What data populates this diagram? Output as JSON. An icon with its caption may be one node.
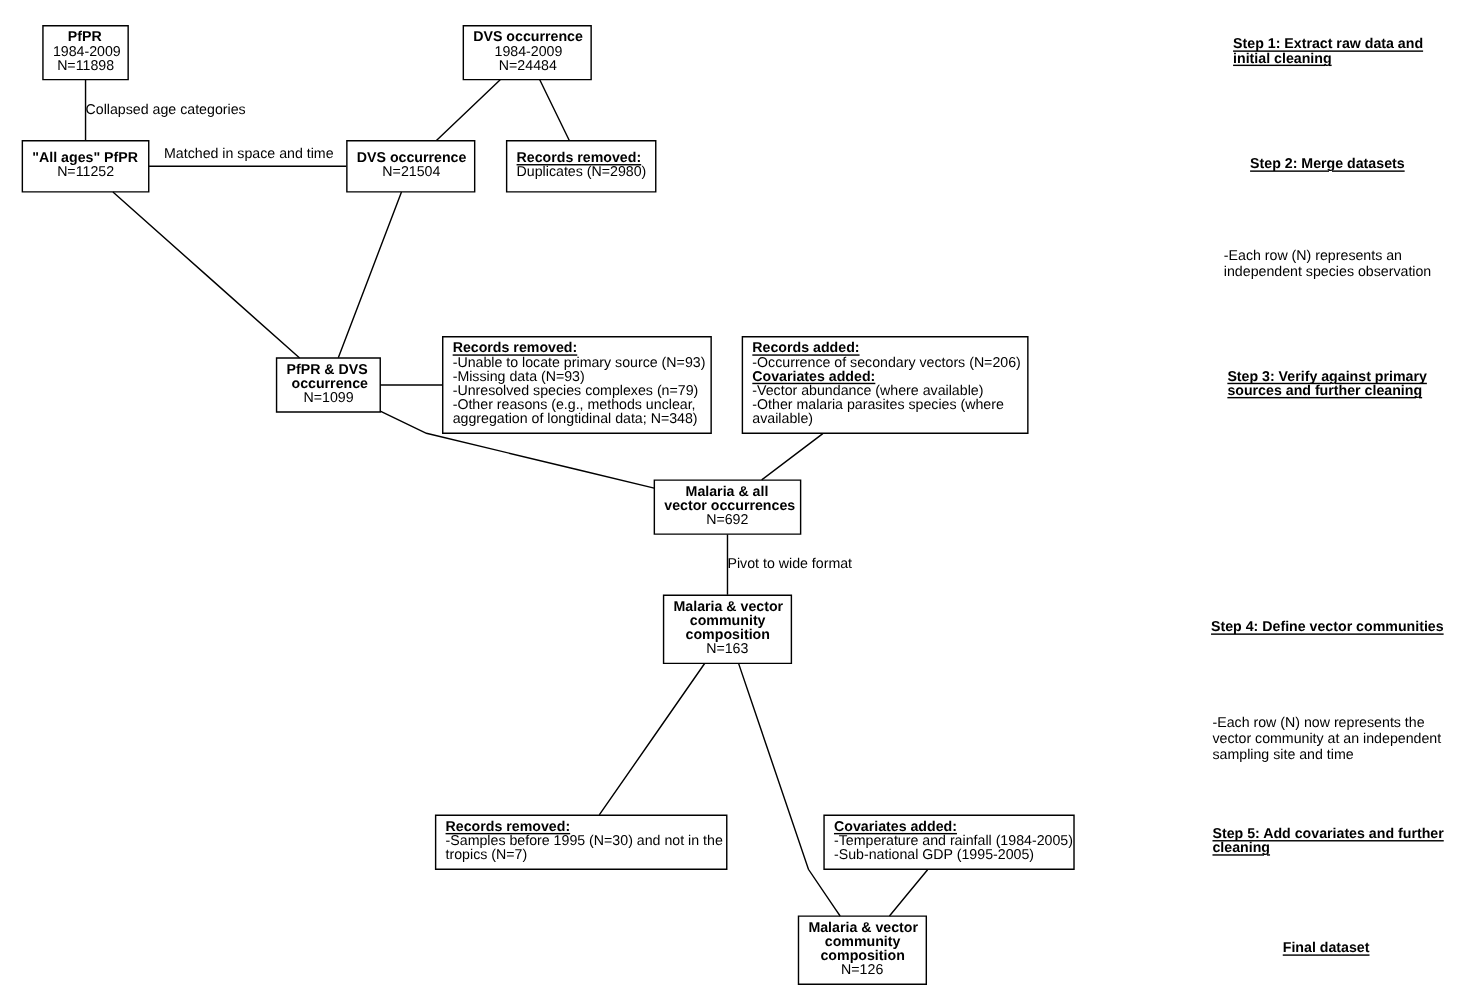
{
  "diagram": {
    "nodes": [
      {
        "text": [
          "PfPR",
          "1984-2009",
          "N=11898"
        ]
      },
      {
        "text": [
          "DVS occurrence",
          "1984-2009",
          "N=24484"
        ]
      },
      {
        "text": [
          "Records removed:",
          "Duplicates (N=2980)"
        ]
      },
      {
        "text": [
          "\"All ages\" PfPR",
          "N=11252"
        ]
      },
      {
        "text": [
          "DVS occurrence",
          "N=21504"
        ]
      },
      {
        "text": [
          "PfPR & DVS occurrence",
          "N=1099"
        ]
      },
      {
        "text": [
          "Records added:",
          "-Occurrence of secondary vectors (N=206)",
          "Covariates added:",
          "-Vector abundance (where available)",
          "-Other malaria parasites species (where available)"
        ]
      },
      {
        "text": [
          "Records removed:",
          "-Unable to locate primary source (N=93)",
          "-Missing data (N=93)",
          "-Unresolved species complexes (n=79)",
          "-Other reasons (e.g., methods unclear, aggregation of longtidinal data; N=348)"
        ]
      },
      {
        "text": [
          "Malaria & all vector occurrences",
          "N=692"
        ]
      },
      {
        "text": [
          "Malaria & vector community composition",
          "N=163"
        ]
      },
      {
        "text": [
          "Covariates added:",
          "-Temperature and rainfall (1984-2005)",
          "-Sub-national GDP (1995-2005)"
        ]
      },
      {
        "text": [
          "Records removed:",
          "-Samples before 1995 (N=30) and not in the tropics (N=7)"
        ]
      },
      {
        "text": [
          "Malaria & vector community composition",
          "N=126"
        ]
      }
    ],
    "edges": [
      {
        "from": 0,
        "to": 3,
        "arrow": "none",
        "label": "Collapsed age categories"
      },
      {
        "from": 1,
        "to": 4,
        "arrow": "none"
      },
      {
        "from": 1,
        "to": 2,
        "arrow": "none"
      },
      {
        "from": 3,
        "to": 4,
        "arrow": "none",
        "label": "Matched in space and time"
      },
      {
        "from": 3,
        "to": 5,
        "arrow": "none"
      },
      {
        "from": 4,
        "to": 5,
        "arrow": "none"
      },
      {
        "from": 5,
        "to": 8,
        "arrow": "none"
      },
      {
        "from": 6,
        "to": 8,
        "arrow": "none"
      },
      {
        "from": 5,
        "to": 7,
        "arrow": "none"
      },
      {
        "from": 8,
        "to": 9,
        "arrow": "none",
        "label": "Pivot to wide format"
      },
      {
        "from": 9,
        "to": 12,
        "arrow": "none"
      },
      {
        "from": 10,
        "to": 12,
        "arrow": "none"
      },
      {
        "from": 9,
        "to": 11,
        "arrow": "none"
      }
    ],
    "labels": [
      "Step 1: Extract raw data and initial cleaning",
      "Step 2: Merge datasets",
      "-Each row (N) represents an independent species observation",
      "Step 3: Verify against primary sources and further cleaning",
      "Step 4: Define vector communities",
      "-Each row (N) now represents the vector community at an independent sampling site and time",
      "Step 5: Add covariates and further cleaning",
      "Final dataset"
    ]
  }
}
